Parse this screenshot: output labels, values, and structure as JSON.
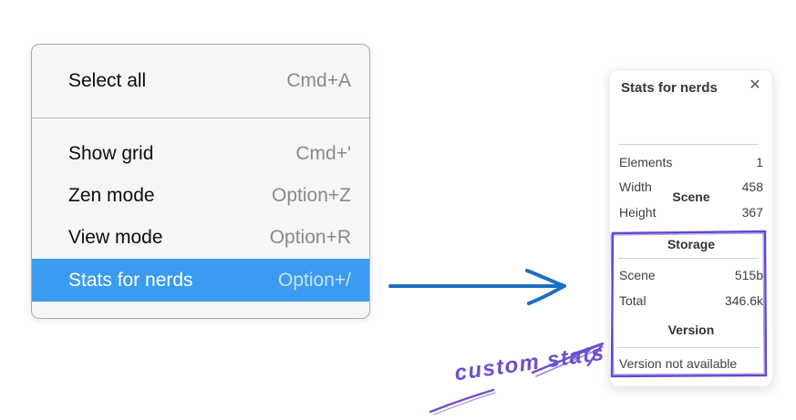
{
  "menu": {
    "sections": [
      {
        "items": [
          {
            "label": "Select all",
            "shortcut": "Cmd+A"
          }
        ]
      },
      {
        "items": [
          {
            "label": "Show grid",
            "shortcut": "Cmd+'"
          },
          {
            "label": "Zen mode",
            "shortcut": "Option+Z"
          },
          {
            "label": "View mode",
            "shortcut": "Option+R"
          },
          {
            "label": "Stats for nerds",
            "shortcut": "Option+/",
            "selected": true
          }
        ]
      }
    ]
  },
  "stats_panel": {
    "title": "Stats for nerds",
    "close_icon": "✕",
    "scene": {
      "heading": "Scene",
      "rows": [
        {
          "label": "Elements",
          "value": "1"
        },
        {
          "label": "Width",
          "value": "458"
        },
        {
          "label": "Height",
          "value": "367"
        }
      ]
    },
    "storage": {
      "heading": "Storage",
      "rows": [
        {
          "label": "Scene",
          "value": "515b"
        },
        {
          "label": "Total",
          "value": "346.6k"
        }
      ]
    },
    "version": {
      "heading": "Version",
      "note": "Version not available"
    }
  },
  "annotation": {
    "label": "custom stats"
  },
  "colors": {
    "menu_highlight": "#3b9bf0",
    "flow_arrow_blue": "#1c6fc2",
    "annotation_purple": "#6645d1"
  }
}
